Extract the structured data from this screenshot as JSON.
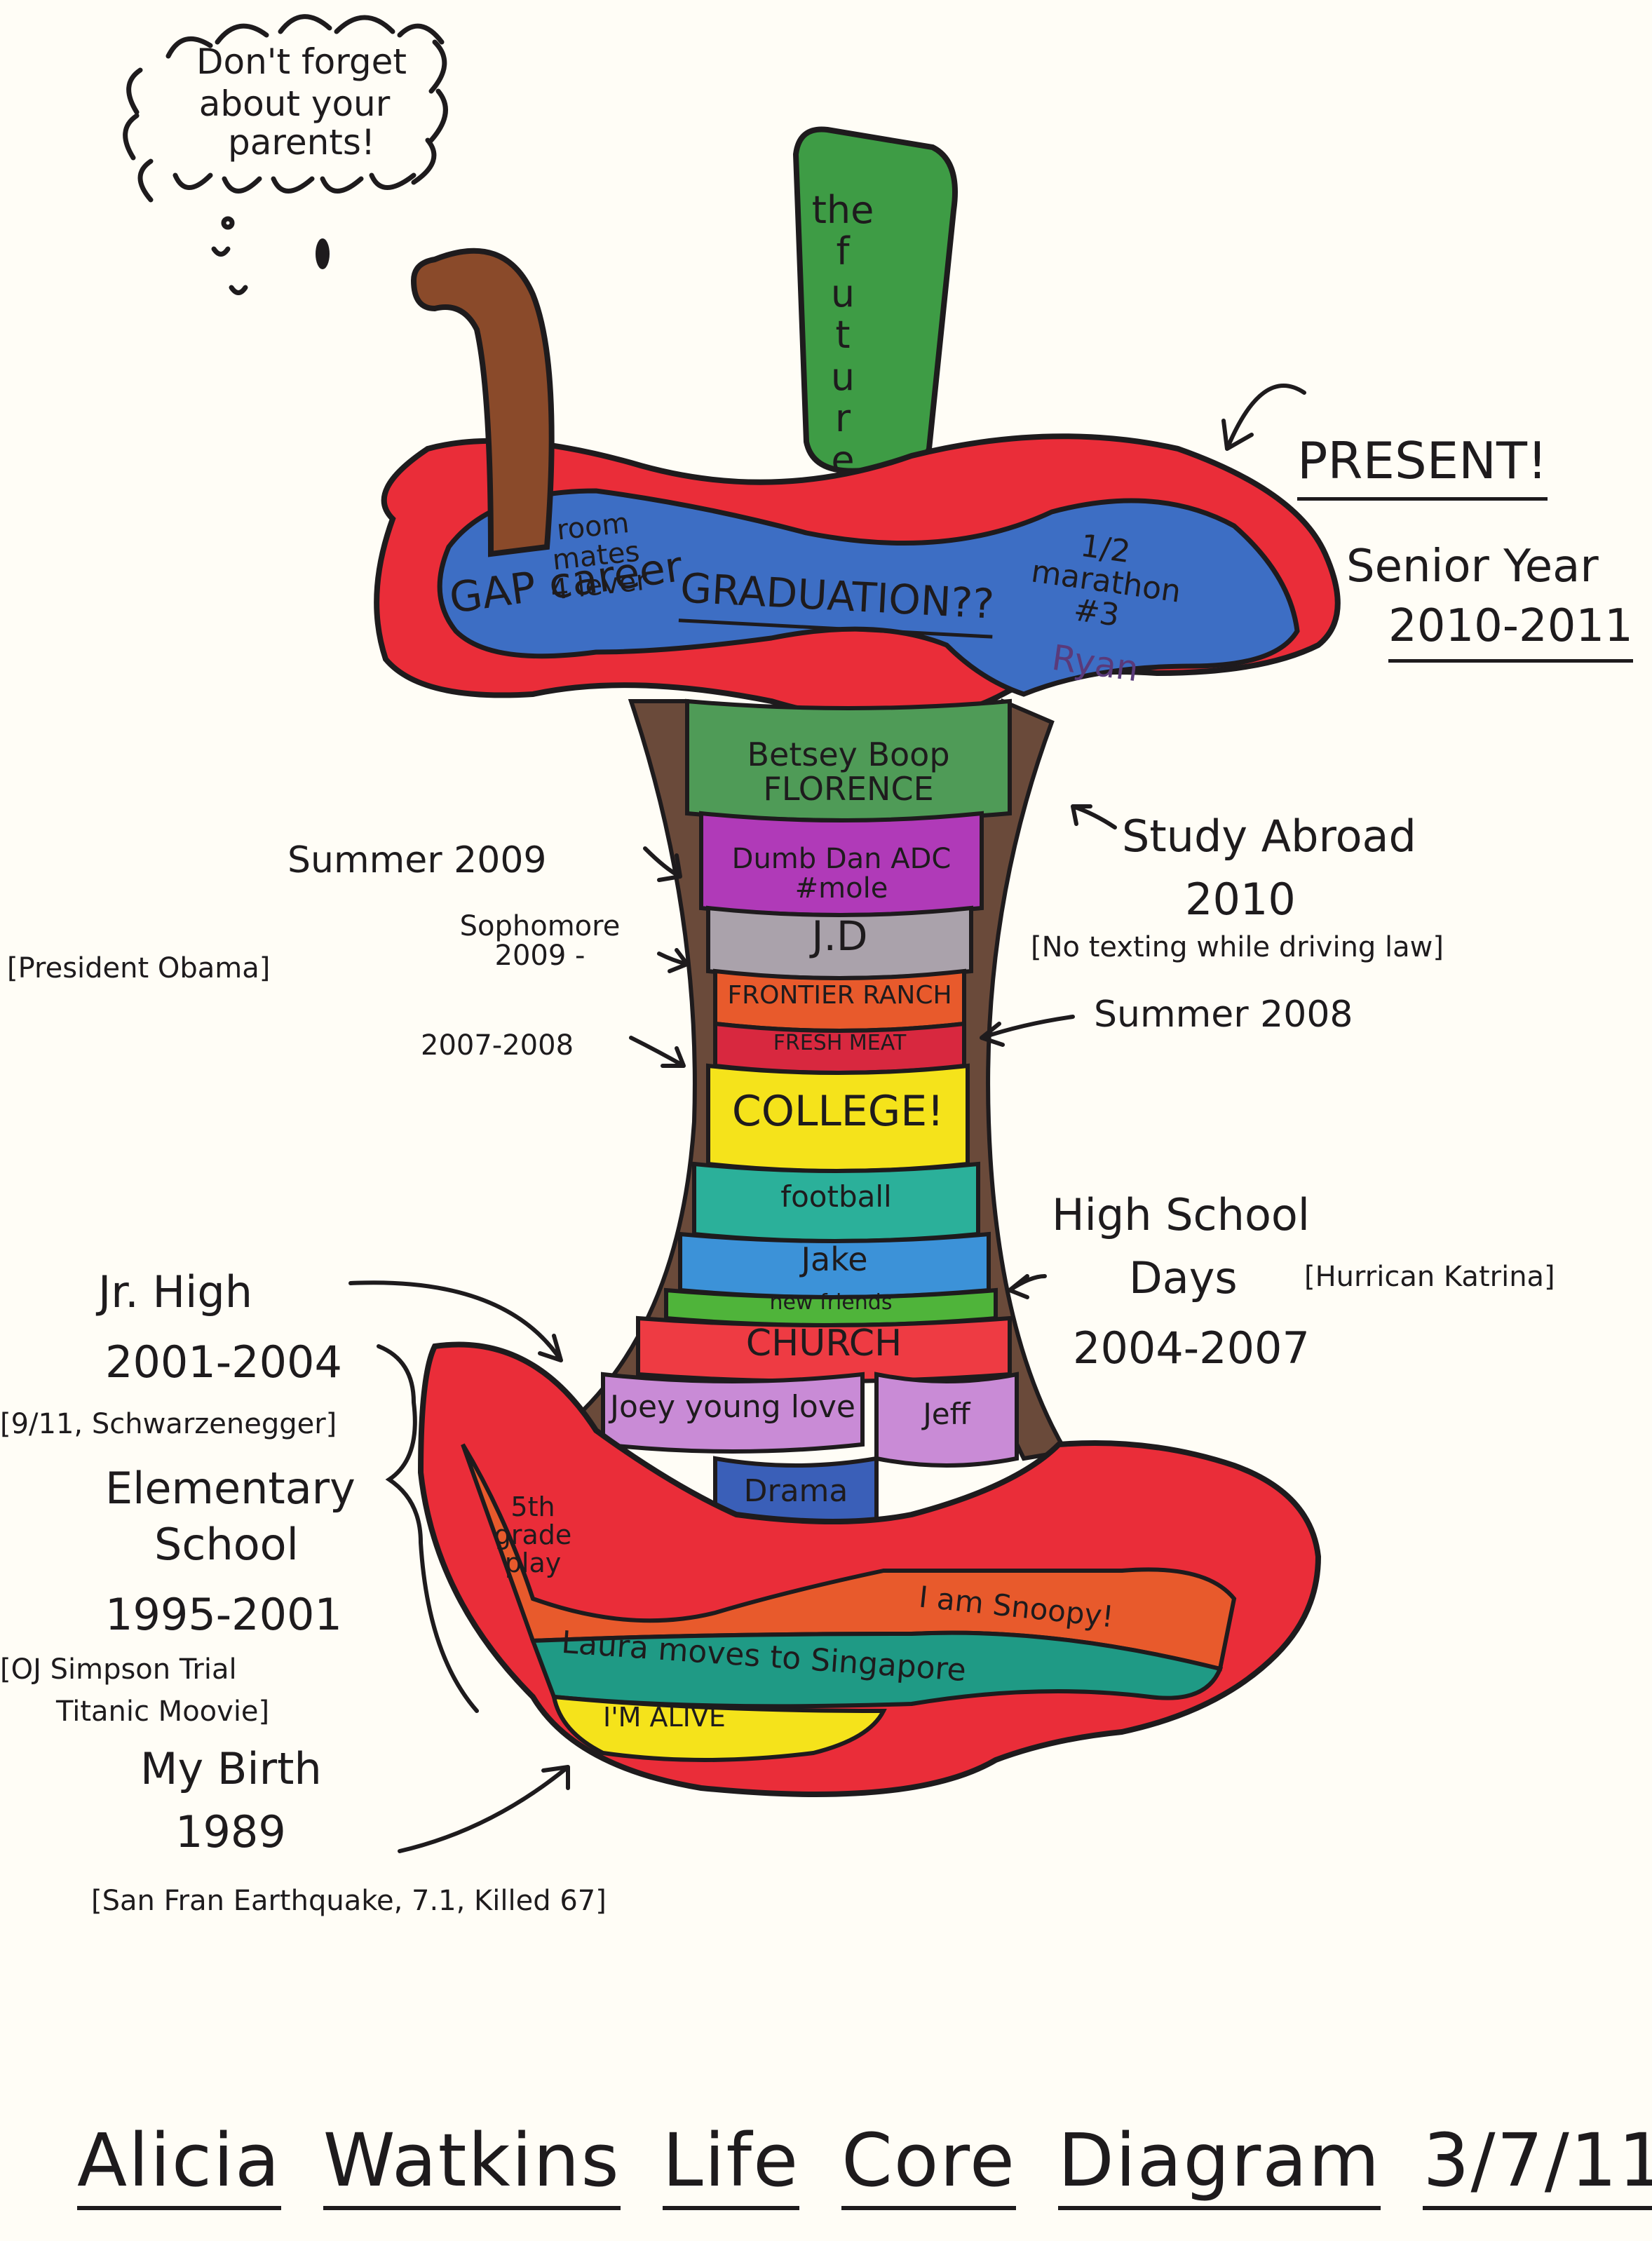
{
  "title": {
    "name": "Alicia",
    "surname": "Watkins",
    "word1": "Life",
    "word2": "Core",
    "word3": "Diagram",
    "date": "3/7/11"
  },
  "thought_bubble": {
    "lines": [
      "Don't forget",
      "about your",
      "parents!"
    ]
  },
  "stem": {
    "label": "the future",
    "letters": [
      "the",
      "f",
      "u",
      "t",
      "u",
      "r",
      "e"
    ]
  },
  "present_label": {
    "heading": "PRESENT!",
    "period": "Senior Year",
    "years": "2010-2011"
  },
  "top_section": {
    "items": [
      "GAP career",
      "room mates 4 lever",
      "GRADUATION??",
      "1/2 marathon #3",
      "Ryan"
    ]
  },
  "core_bands": [
    {
      "label": "Betsey Boop FLORENCE",
      "color": "#4f9b57"
    },
    {
      "label": "Dumb Dan ADC #mole",
      "color": "#b03ab8"
    },
    {
      "label": "J.D",
      "color": "#aaa2ab"
    },
    {
      "label": "FRONTIER RANCH",
      "color": "#e85a2c"
    },
    {
      "label": "FRESH MEAT",
      "color": "#d8283f"
    },
    {
      "label": "COLLEGE!",
      "color": "#f5e31b"
    },
    {
      "label": "football",
      "color": "#2bb09a"
    },
    {
      "label": "Jake",
      "color": "#3c92d8"
    },
    {
      "label": "new friends",
      "color": "#4fb43a"
    },
    {
      "label": "CHURCH",
      "color": "#ee3b43"
    },
    {
      "label": "Joey young love",
      "color": "#c98bd6"
    },
    {
      "label": "Jeff",
      "color": "#c98bd6"
    },
    {
      "label": "Drama",
      "color": "#3a5fb8"
    }
  ],
  "bottom_section": {
    "items": [
      "5th grade play",
      "I am Snoopy!",
      "Laura moves to Singapore",
      "I'M ALIVE"
    ]
  },
  "annotations_left": [
    {
      "text": "Summer 2009"
    },
    {
      "text": "Sophomore 2009 -"
    },
    {
      "text": "[President Obama]"
    },
    {
      "text": "2007-2008"
    },
    {
      "text": "Jr. High"
    },
    {
      "text": "2001-2004"
    },
    {
      "text": "[9/11, Schwarzenegger]"
    },
    {
      "text": "Elementary"
    },
    {
      "text": "School"
    },
    {
      "text": "1995-2001"
    },
    {
      "text": "[OJ Simpson Trial"
    },
    {
      "text": "Titanic Moovie]"
    },
    {
      "text": "My Birth"
    },
    {
      "text": "1989"
    },
    {
      "text": "[San Fran Earthquake, 7.1, Killed 67]"
    }
  ],
  "annotations_right": [
    {
      "text": "Study Abroad"
    },
    {
      "text": "2010"
    },
    {
      "text": "[No texting while driving law]"
    },
    {
      "text": "Summer 2008"
    },
    {
      "text": "High School"
    },
    {
      "text": "Days"
    },
    {
      "text": "2004-2007"
    },
    {
      "text": "[Hurrican Katrina]"
    }
  ],
  "colors": {
    "skin": "#ea2d39",
    "outline": "#1e1b1d",
    "top_fill": "#3d6ec4",
    "stem": "#3e9c45",
    "worm": "#8a4a2a",
    "core_edge": "#6a4a3a",
    "paper": "#fffdf6"
  }
}
